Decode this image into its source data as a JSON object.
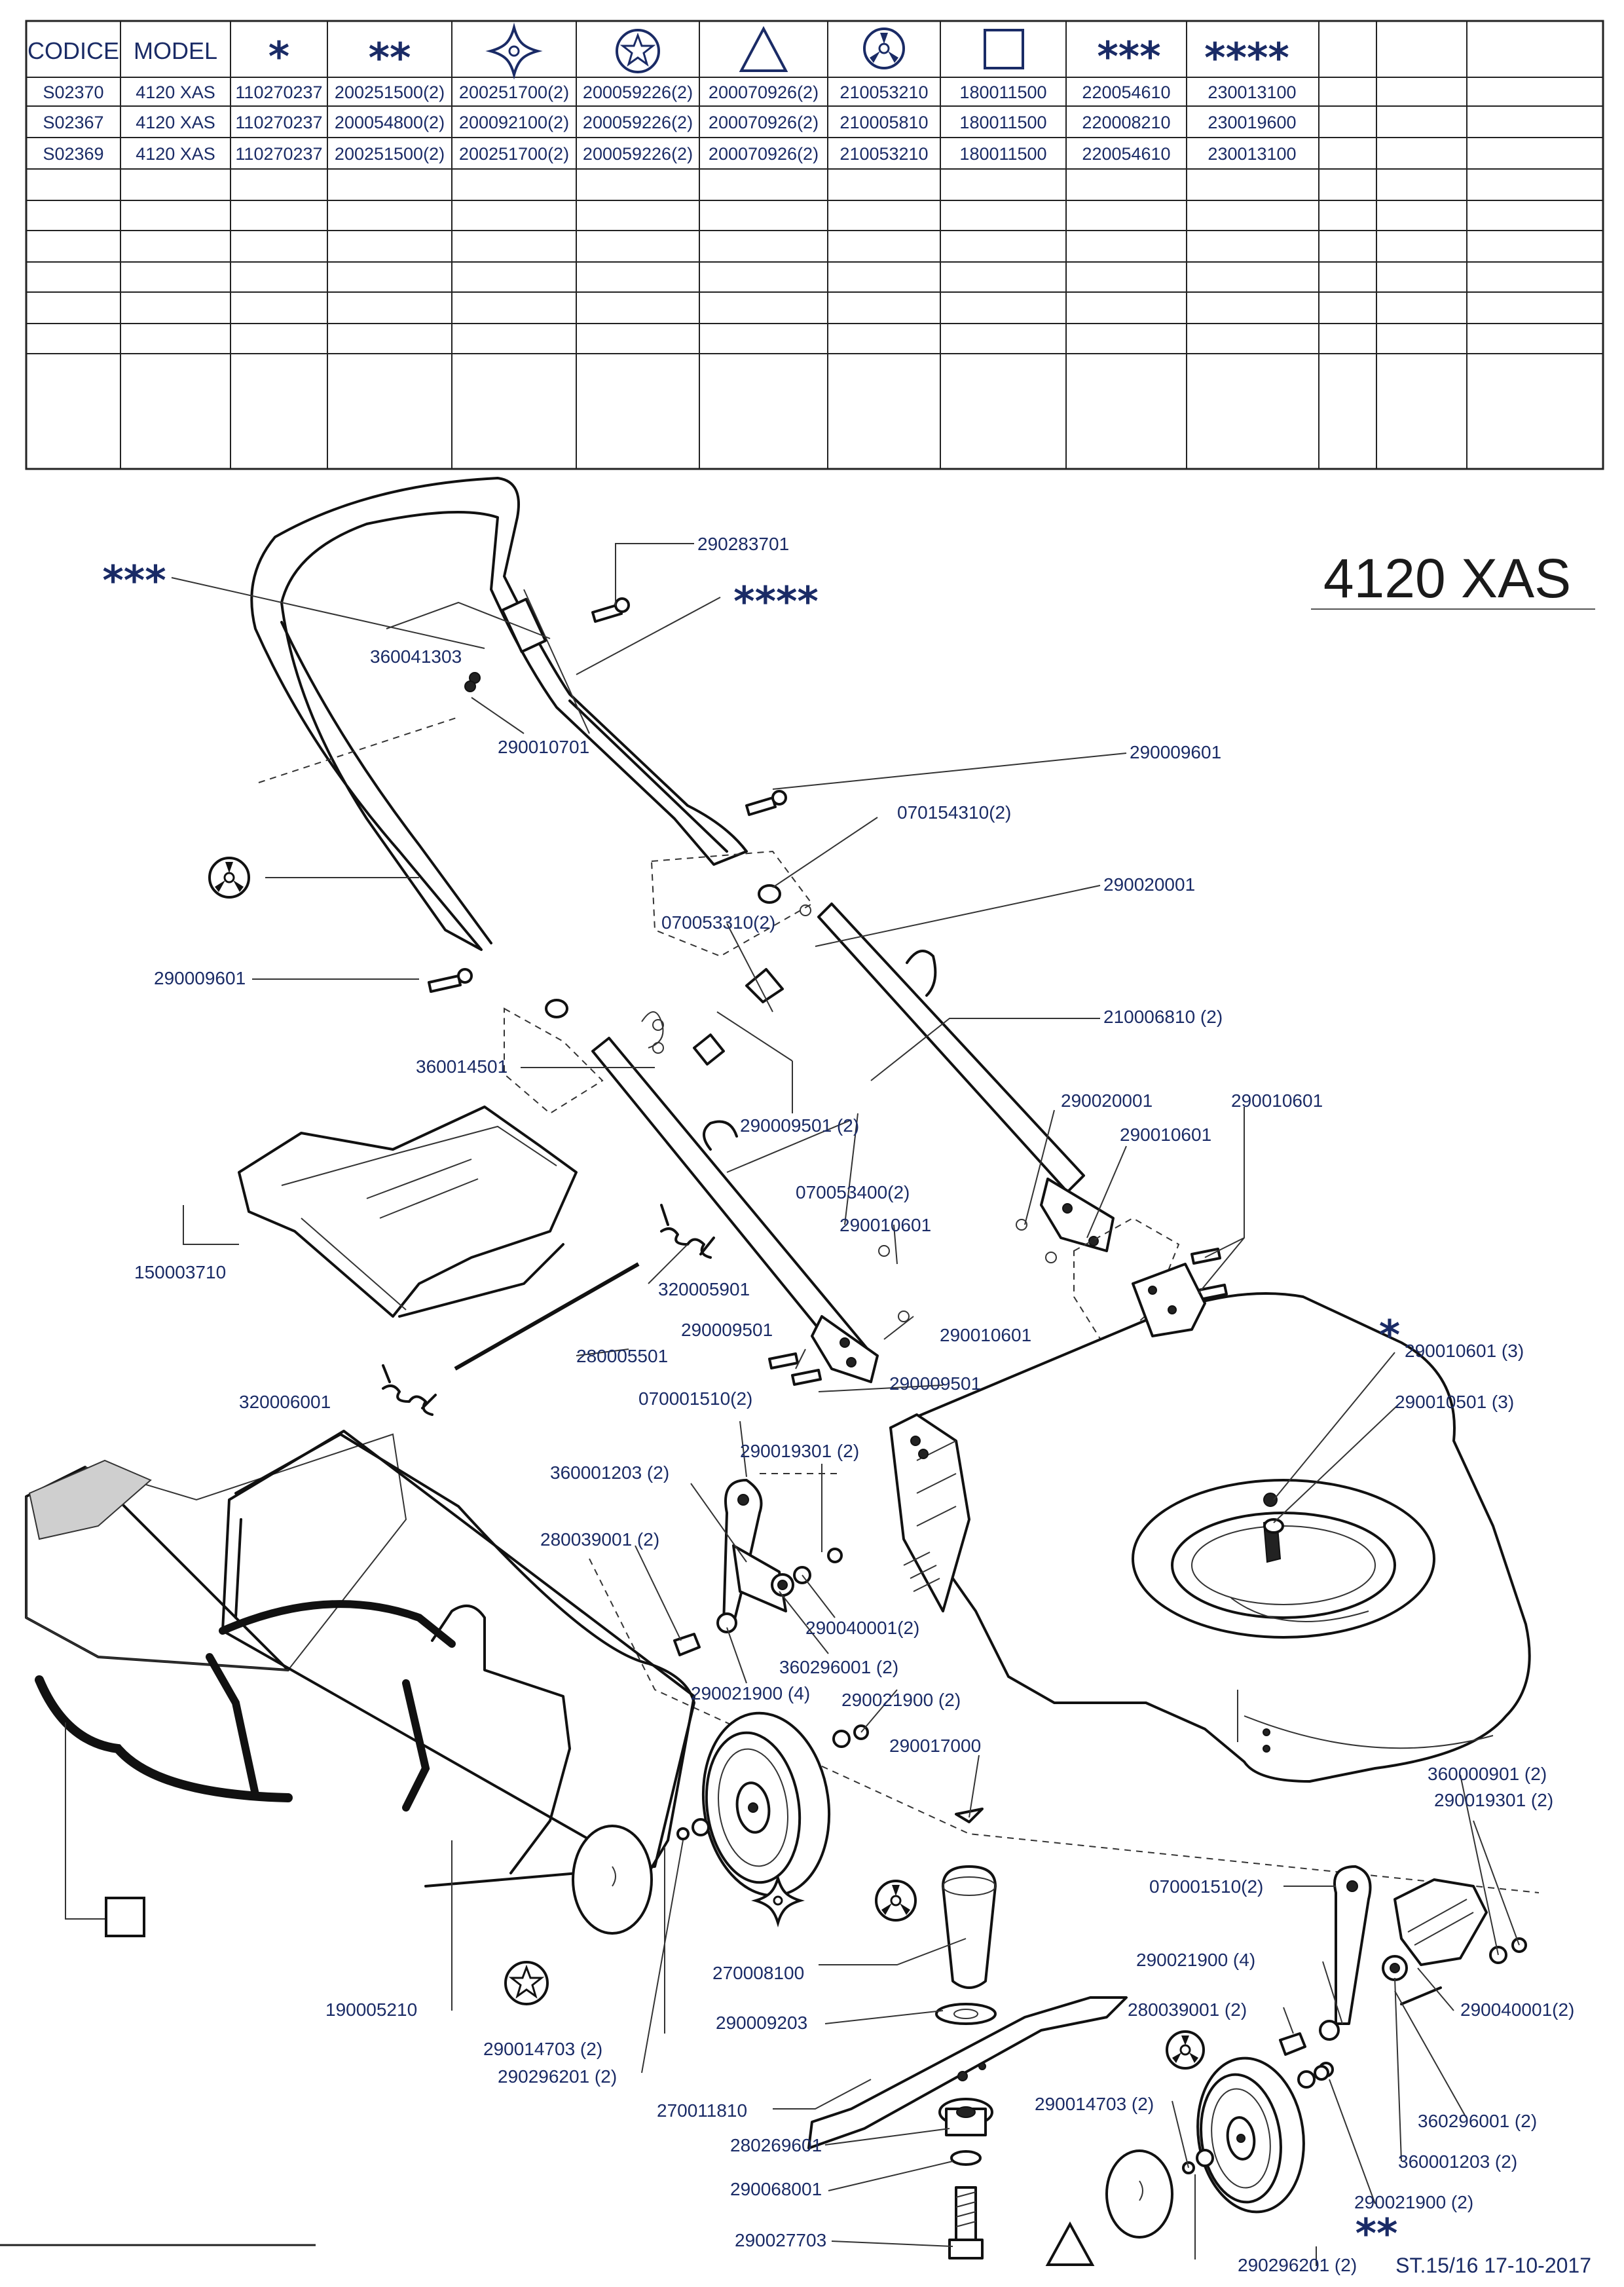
{
  "table": {
    "headers": [
      "CODICE",
      "MODEL",
      "*",
      "**",
      "cross-icon",
      "star-circle-icon",
      "triangle-icon",
      "wheel-hub-icon",
      "square-icon",
      "***",
      "****"
    ],
    "rows": [
      [
        "S02370",
        "4120 XAS",
        "110270237",
        "200251500(2)",
        "200251700(2)",
        "200059226(2)",
        "200070926(2)",
        "210053210",
        "180011500",
        "220054610",
        "230013100"
      ],
      [
        "S02367",
        "4120 XAS",
        "110270237",
        "200054800(2)",
        "200092100(2)",
        "200059226(2)",
        "200070926(2)",
        "210005810",
        "180011500",
        "220008210",
        "230019600"
      ],
      [
        "S02369",
        "4120 XAS",
        "110270237",
        "200251500(2)",
        "200251700(2)",
        "200059226(2)",
        "200070926(2)",
        "210053210",
        "180011500",
        "220054610",
        "230013100"
      ]
    ]
  },
  "diagram": {
    "model_title": "4120 XAS",
    "markers": [
      "***",
      "****",
      "*",
      "**"
    ],
    "labels": [
      "290283701",
      "360041303",
      "290010701",
      "290009601",
      "070154310(2)",
      "290020001",
      "070053310(2)",
      "290009601",
      "210006810 (2)",
      "360014501",
      "290020001",
      "290010601",
      "290009501 (2)",
      "290010601",
      "070053400(2)",
      "290010601",
      "150003710",
      "320005901",
      "290009501",
      "290010601",
      "280005501",
      "290009501",
      "320006001",
      "070001510(2)",
      "290010601 (3)",
      "290010501 (3)",
      "290019301 (2)",
      "360001203 (2)",
      "280039001 (2)",
      "290040001(2)",
      "360296001 (2)",
      "290021900 (4)",
      "290021900 (2)",
      "290017000",
      "360000901 (2)",
      "290019301 (2)",
      "070001510(2)",
      "290021900 (4)",
      "270008100",
      "290009203",
      "280039001 (2)",
      "290040001(2)",
      "190005210",
      "290014703 (2)",
      "290296201 (2)",
      "270011810",
      "290014703 (2)",
      "280269601",
      "360296001 (2)",
      "360001203 (2)",
      "290068001",
      "290021900 (2)",
      "290027703",
      "290296201 (2)"
    ],
    "footer": "ST.15/16  17-10-2017"
  }
}
